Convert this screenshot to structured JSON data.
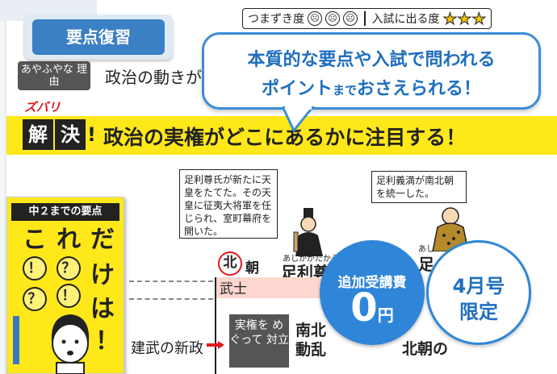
{
  "difficulty": {
    "stumble_label": "つまずき度",
    "stumble_faces": [
      "☹",
      "☹",
      "☹"
    ],
    "exam_label": "入試に出る度",
    "exam_stars": "★★★"
  },
  "banner": {
    "title": "要点復習"
  },
  "bubble": {
    "line1_main": "本質的な要点や入試で問われる",
    "line2_a": "ポイント",
    "line2_small": "まで",
    "line2_b": "おさえられる！"
  },
  "reason": {
    "tag": "あやふやな 理由",
    "text": "政治の動きが"
  },
  "solution": {
    "zubari": "ズバリ",
    "kai": "解",
    "ketsu": "決",
    "headline": "政治の実権がどこにあるかに注目する！"
  },
  "timeline": {
    "note1": "足利尊氏が新たに天皇をたてた。その天皇に征夷大将軍を任じられ、室町幕府を開いた。",
    "note2": "足利義満が南北朝を統一した。",
    "ruby1": "あしかがたかうじ",
    "name1": "足利尊",
    "ruby2": "あし",
    "name2": "足",
    "north": "北",
    "north_suffix": "朝",
    "bushi": "武士",
    "kenmu": "建武の新政",
    "conflict": "実権を めぐって 対立",
    "nanboku_1": "南北",
    "nanboku_2": "動乱",
    "nanboku2": "北朝の"
  },
  "book": {
    "band": "中２までの要点",
    "title_chars": [
      "こ",
      "れ",
      "だ",
      "け",
      "は",
      "！"
    ],
    "question_marks": [
      "！",
      "？",
      "？",
      "！"
    ]
  },
  "promo": {
    "fee_label": "追加受講費",
    "fee_value": "0",
    "fee_unit": "円",
    "limited_1": "4月号",
    "limited_2": "限定"
  },
  "colors": {
    "accent_blue": "#3b7fc4",
    "highlight_yellow": "#ffe81a",
    "red": "#e0181d"
  }
}
